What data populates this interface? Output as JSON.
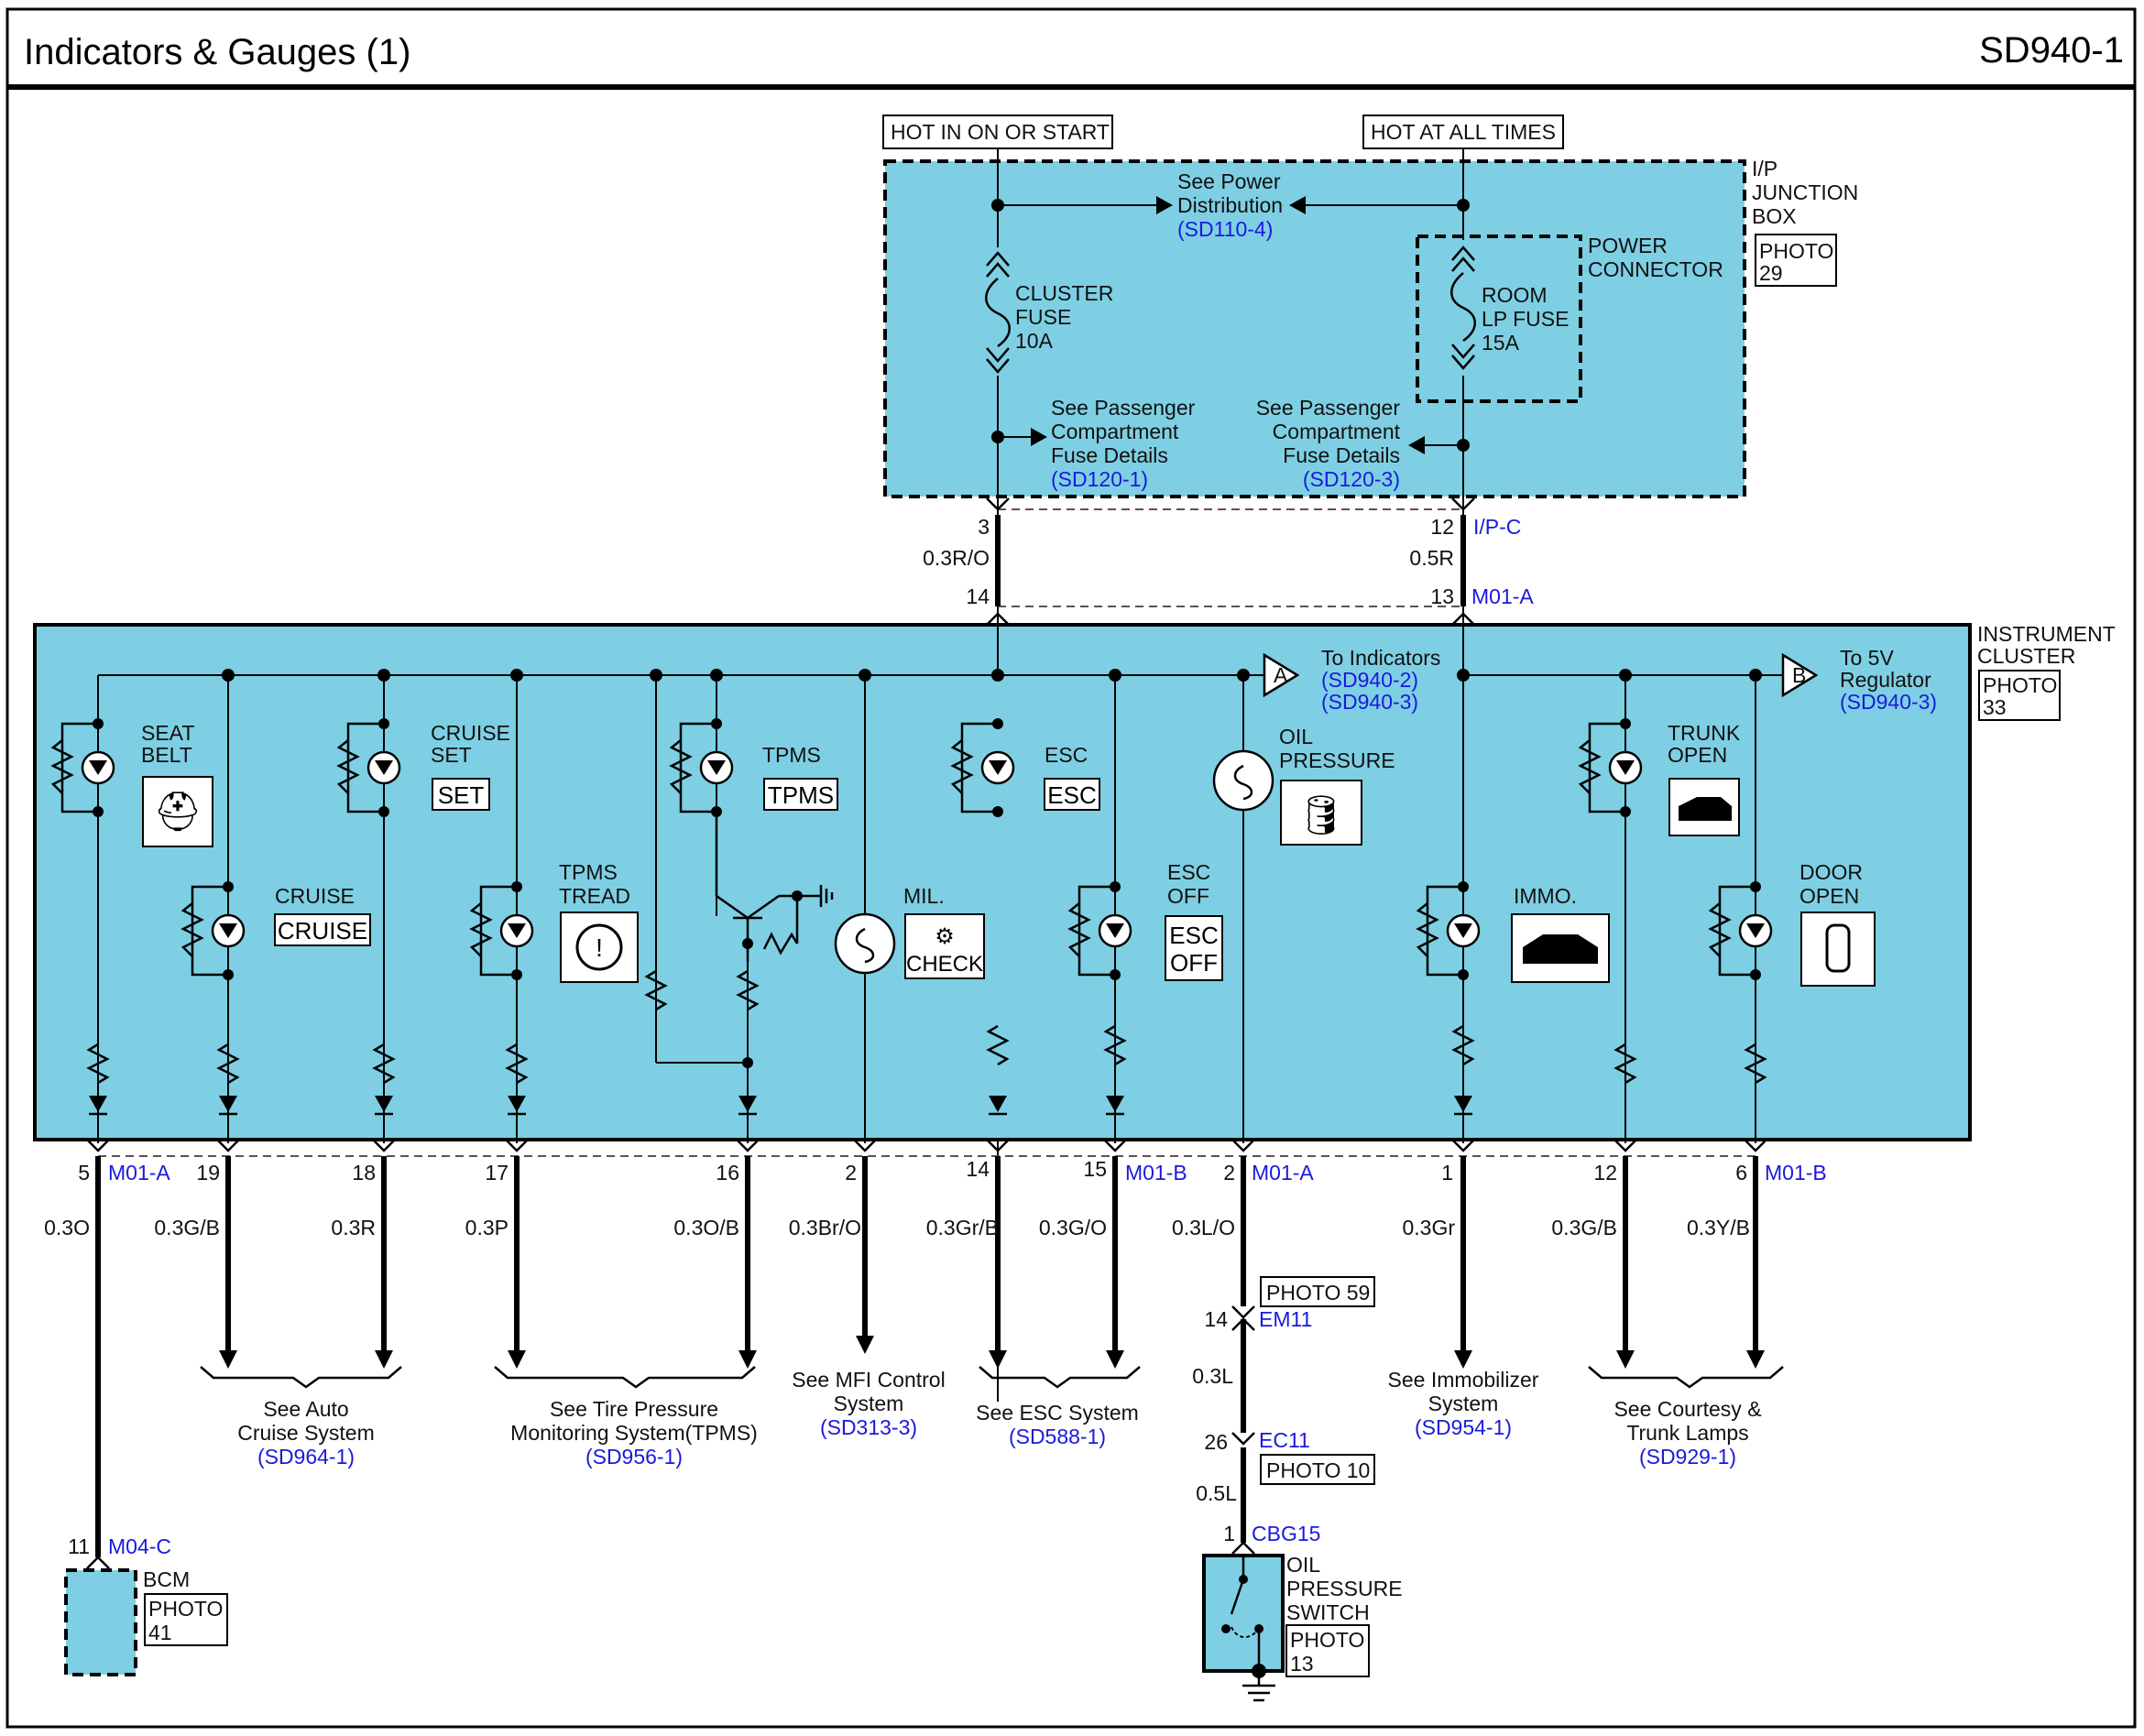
{
  "header": {
    "title": "Indicators & Gauges (1)",
    "code": "SD940-1"
  },
  "power": {
    "hot_run": "HOT IN ON OR START",
    "hot_all": "HOT AT ALL TIMES"
  },
  "junction_box": {
    "name_lines": [
      "I/P",
      "JUNCTION",
      "BOX"
    ],
    "photo_lines": [
      "PHOTO",
      "29"
    ],
    "power_connector_lines": [
      "POWER",
      "CONNECTOR"
    ],
    "see_power_lines": [
      "See Power",
      "Distribution"
    ],
    "see_power_ref": "(SD110-4)",
    "cluster_fuse_lines": [
      "CLUSTER",
      "FUSE",
      "10A"
    ],
    "room_fuse_lines": [
      "ROOM",
      "LP FUSE",
      "15A"
    ],
    "see_pass_left_lines": [
      "See Passenger",
      "Compartment",
      "Fuse Details"
    ],
    "see_pass_left_ref": "(SD120-1)",
    "see_pass_right_lines": [
      "See Passenger",
      "Compartment",
      "Fuse Details"
    ],
    "see_pass_right_ref": "(SD120-3)"
  },
  "upper_wiring": {
    "pin_3": "3",
    "pin_12": "12",
    "connector_ipc": "I/P-C",
    "wire_left": "0.3R/O",
    "wire_right": "0.5R",
    "pin_14": "14",
    "pin_13": "13",
    "connector_m01a": "M01-A"
  },
  "cluster": {
    "name_lines": [
      "INSTRUMENT",
      "CLUSTER"
    ],
    "photo_lines": [
      "PHOTO",
      "33"
    ],
    "to_indicators_lines": [
      "To Indicators"
    ],
    "to_indicators_refs": [
      "(SD940-2)",
      "(SD940-3)"
    ],
    "to_regulator_lines": [
      "To 5V",
      "Regulator"
    ],
    "to_regulator_ref": "(SD940-3)",
    "connector_a": "A",
    "connector_b": "B",
    "indicators": {
      "seat_belt": [
        "SEAT",
        "BELT"
      ],
      "cruise_set": [
        "CRUISE",
        "SET"
      ],
      "cruise_set_badge": "SET",
      "tpms": [
        "TPMS"
      ],
      "tpms_badge": "TPMS",
      "esc": [
        "ESC"
      ],
      "esc_badge": "ESC",
      "oil_pressure": [
        "OIL",
        "PRESSURE"
      ],
      "trunk_open": [
        "TRUNK",
        "OPEN"
      ],
      "cruise": [
        "CRUISE"
      ],
      "cruise_badge": "CRUISE",
      "tpms_tread": [
        "TPMS",
        "TREAD"
      ],
      "mil": [
        "MIL."
      ],
      "mil_badge": "CHECK",
      "esc_off": [
        "ESC",
        "OFF"
      ],
      "esc_off_badge": [
        "ESC",
        "OFF"
      ],
      "immo": [
        "IMMO."
      ],
      "door_open": [
        "DOOR",
        "OPEN"
      ]
    }
  },
  "lower_pins": [
    {
      "pin": "5",
      "conn": "M01-A",
      "wire": "0.3O"
    },
    {
      "pin": "19",
      "conn": "",
      "wire": "0.3G/B"
    },
    {
      "pin": "18",
      "conn": "",
      "wire": "0.3R"
    },
    {
      "pin": "17",
      "conn": "",
      "wire": "0.3P"
    },
    {
      "pin": "16",
      "conn": "",
      "wire": "0.3O/B"
    },
    {
      "pin": "2",
      "conn": "",
      "wire": "0.3Br/O"
    },
    {
      "pin": "14",
      "conn": "",
      "wire": "0.3Gr/B"
    },
    {
      "pin": "15",
      "conn": "M01-B",
      "wire": "0.3G/O"
    },
    {
      "pin": "2",
      "conn": "M01-A",
      "wire": "0.3L/O"
    },
    {
      "pin": "1",
      "conn": "",
      "wire": "0.3Gr"
    },
    {
      "pin": "12",
      "conn": "",
      "wire": "0.3G/B"
    },
    {
      "pin": "6",
      "conn": "M01-B",
      "wire": "0.3Y/B"
    }
  ],
  "references": {
    "auto_cruise_lines": [
      "See Auto",
      "Cruise System"
    ],
    "auto_cruise_ref": "(SD964-1)",
    "tpms_lines": [
      "See Tire Pressure",
      "Monitoring System(TPMS)"
    ],
    "tpms_ref": "(SD956-1)",
    "mfi_lines": [
      "See MFI Control",
      "System"
    ],
    "mfi_ref": "(SD313-3)",
    "esc_lines": [
      "See ESC System"
    ],
    "esc_ref": "(SD588-1)",
    "immo_lines": [
      "See Immobilizer",
      "System"
    ],
    "immo_ref": "(SD954-1)",
    "courtesy_lines": [
      "See Courtesy &",
      "Trunk Lamps"
    ],
    "courtesy_ref": "(SD929-1)"
  },
  "oil_switch_path": {
    "photo59": "PHOTO 59",
    "em11_pin": "14",
    "em11": "EM11",
    "wire_03l": "0.3L",
    "ec11_pin": "26",
    "ec11": "EC11",
    "photo10": "PHOTO 10",
    "wire_05l": "0.5L",
    "cbg15_pin": "1",
    "cbg15": "CBG15",
    "switch_lines": [
      "OIL",
      "PRESSURE",
      "SWITCH"
    ],
    "switch_photo": [
      "PHOTO",
      "13"
    ]
  },
  "bcm": {
    "pin": "11",
    "conn": "M04-C",
    "name": "BCM",
    "photo_lines": [
      "PHOTO",
      "41"
    ]
  },
  "colors": {
    "panel": "#7ecfe3",
    "ref_blue": "#1a1adc",
    "wire": "#000000"
  }
}
